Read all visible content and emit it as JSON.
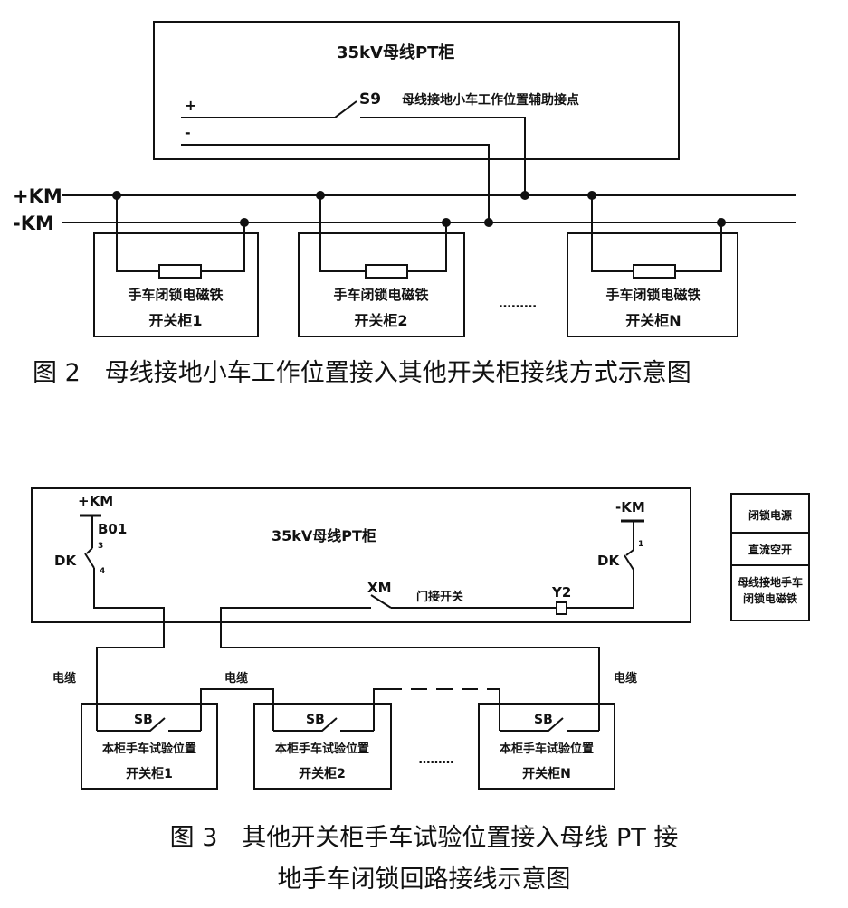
{
  "fig2": {
    "cabinet_title": "35kV母线PT柜",
    "plus": "+",
    "minus": "-",
    "switch_label": "S9",
    "contact_label": "母线接地小车工作位置辅助接点",
    "bus_plus": "+KM",
    "bus_minus": "-KM",
    "coil_label": "手车闭锁电磁铁",
    "cabinets": [
      "开关柜1",
      "开关柜2",
      "开关柜N"
    ],
    "ellipsis": "………",
    "caption": "图 2　母线接地小车工作位置接入其他开关柜接线方式示意图"
  },
  "fig3": {
    "cabinet_title": "35kV母线PT柜",
    "plus_km": "+KM",
    "b01": "B01",
    "dk_left": "DK",
    "pin_top_left": "3",
    "pin_bottom_left": "4",
    "minus_km": "-KM",
    "dk_right": "DK",
    "pin_right": "1",
    "xm": "XM",
    "door_switch": "门接开关",
    "y2": "Y2",
    "legend": [
      "闭锁电源",
      "直流空开",
      "母线接地手车",
      "闭锁电磁铁"
    ],
    "cable": "电缆",
    "sb": "SB",
    "contact_label": "本柜手车试验位置",
    "cabinets": [
      "开关柜1",
      "开关柜2",
      "开关柜N"
    ],
    "ellipsis": "………",
    "caption_line1": "图 3　其他开关柜手车试验位置接入母线 PT 接",
    "caption_line2": "地手车闭锁回路接线示意图"
  }
}
